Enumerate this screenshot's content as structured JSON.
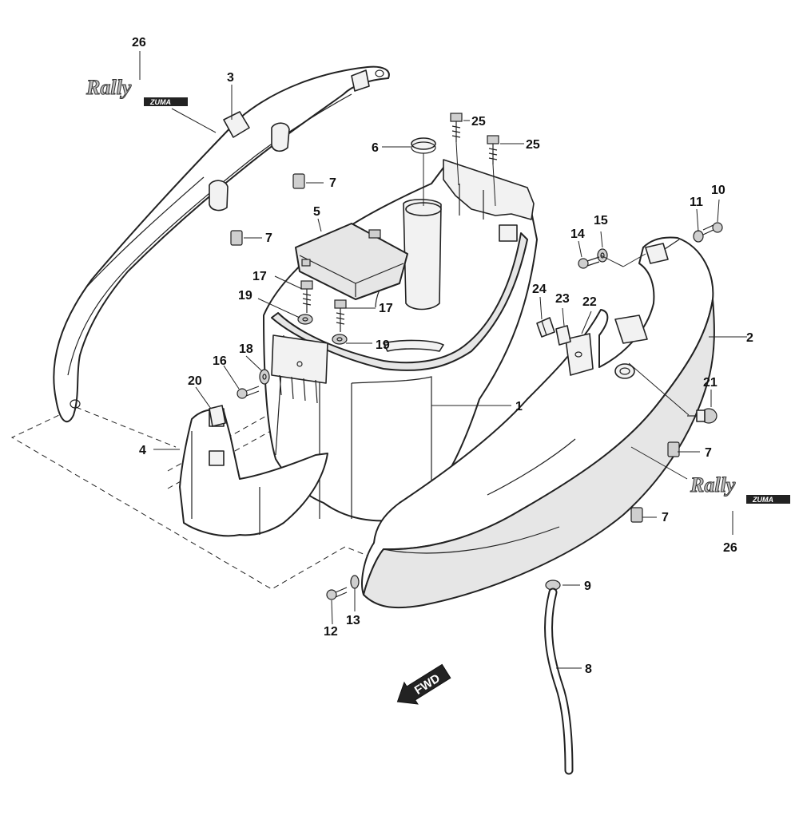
{
  "diagram": {
    "labels": {
      "l1": "1",
      "l2": "2",
      "l3": "3",
      "l4": "4",
      "l5": "5",
      "l6": "6",
      "l7a": "7",
      "l7b": "7",
      "l7c": "7",
      "l7d": "7",
      "l8": "8",
      "l9": "9",
      "l10": "10",
      "l11": "11",
      "l12": "12",
      "l13": "13",
      "l14": "14",
      "l15": "15",
      "l16": "16",
      "l17a": "17",
      "l17b": "17",
      "l18": "18",
      "l19a": "19",
      "l19b": "19",
      "l20": "20",
      "l21": "21",
      "l22": "22",
      "l23": "23",
      "l24": "24",
      "l25a": "25",
      "l25b": "25",
      "l26a": "26",
      "l26b": "26"
    },
    "emblem": {
      "main": "Rally",
      "sub": "ZUMA"
    },
    "direction": {
      "text": "FWD"
    }
  }
}
